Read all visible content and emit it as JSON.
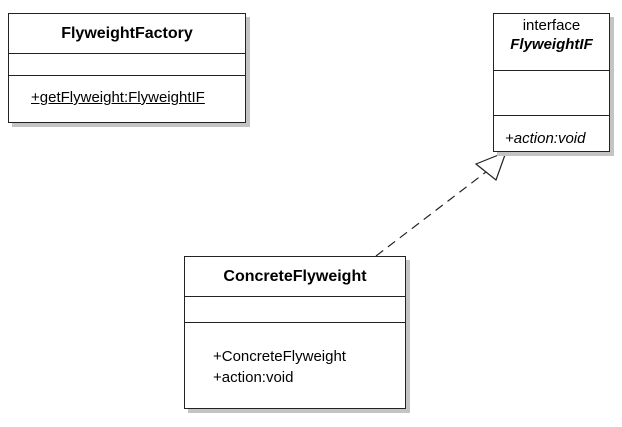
{
  "factory": {
    "name": "FlyweightFactory",
    "operation": "+getFlyweight:FlyweightIF"
  },
  "interface": {
    "stereotype": "interface",
    "name": "FlyweightIF",
    "operation": "+action:void"
  },
  "concrete": {
    "name": "ConcreteFlyweight",
    "operations": [
      "+ConcreteFlyweight",
      "+action:void"
    ]
  },
  "relation": {
    "type": "realization",
    "from": "ConcreteFlyweight",
    "to": "FlyweightIF"
  }
}
